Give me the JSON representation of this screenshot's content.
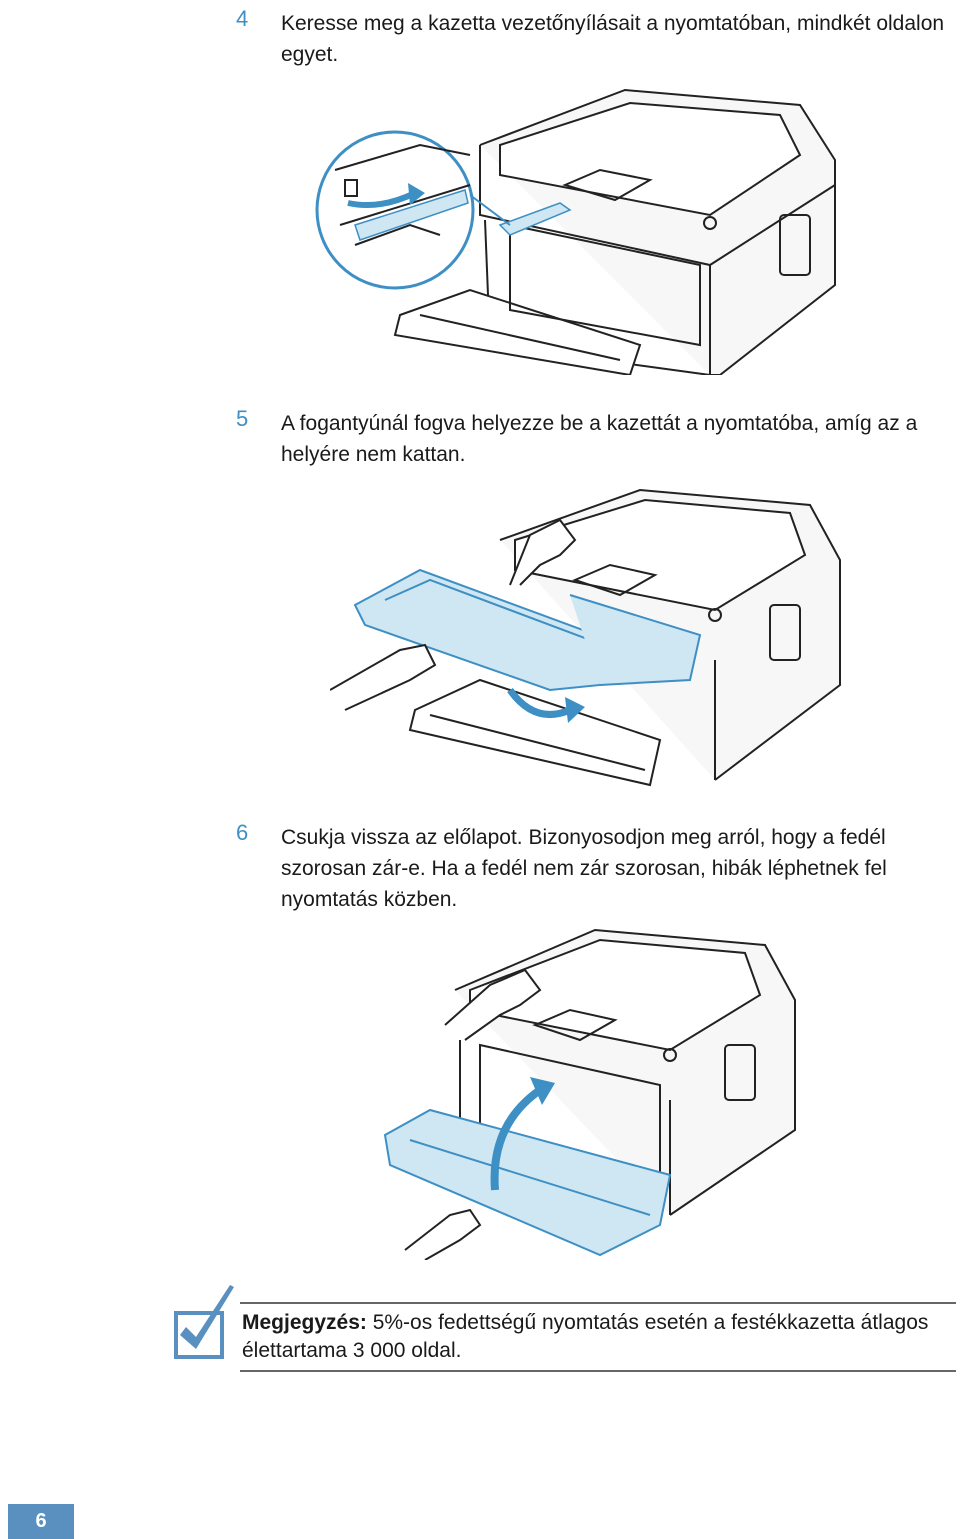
{
  "steps": [
    {
      "number": "4",
      "text": "Keresse meg a kazetta vezetőnyílásait a nyomtatóban, mindkét oldalon egyet."
    },
    {
      "number": "5",
      "text": "A fogantyúnál fogva helyezze be a kazettát a nyomtatóba, amíg az a helyére nem kattan."
    },
    {
      "number": "6",
      "text": "Csukja vissza az előlapot. Bizonyosodjon meg arról, hogy a fedél szorosan zár-e. Ha a fedél nem zár szorosan, hibák léphetnek fel nyomtatás közben."
    }
  ],
  "note": {
    "label": "Megjegyzés:",
    "text": " 5%-os fedettségű nyomtatás esetén a festékkazetta átlagos élettartama 3 000 oldal."
  },
  "page_number": "6",
  "colors": {
    "accent": "#3d8fc4",
    "highlight": "#cfe6f3",
    "page_box": "#5a90bf"
  }
}
